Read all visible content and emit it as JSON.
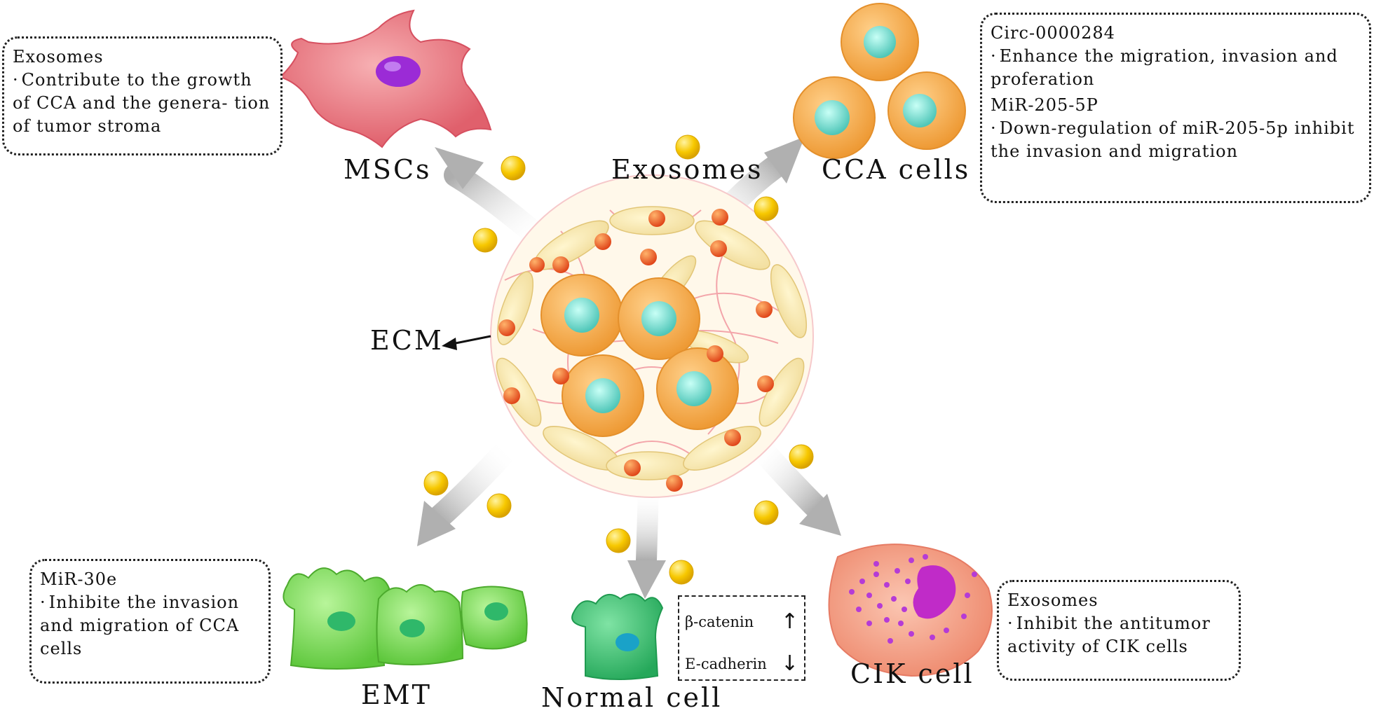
{
  "labels": {
    "mscs": "MSCs",
    "exosomes_center": "Exosomes",
    "cca_cells": "CCA cells",
    "ecm": "ECM",
    "emt": "EMT",
    "normal_cell": "Normal cell",
    "cik_cell": "CIK cell"
  },
  "boxes": {
    "mscs": {
      "heading": "Exosomes",
      "bullets": [
        "Contribute to the growth of CCA and the genera- tion of tumor stroma"
      ]
    },
    "cca": {
      "heading1": "Circ-0000284",
      "bullet1": "Enhance the migration, invasion and proferation",
      "heading2": "MiR-205-5P",
      "bullet2": "Down-regulation of miR-205-5p inhibit the invasion and migration"
    },
    "emt": {
      "heading": "MiR-30e",
      "bullet": "Inhibite the invasion and migration of CCA cells"
    },
    "cik": {
      "heading": "Exosomes",
      "bullet": "Inhibit the antitumor activity of CIK cells"
    }
  },
  "markers": {
    "beta_catenin": "β-catenin",
    "beta_catenin_arrow": "↑",
    "e_cadherin": "E-cadherin",
    "e_cadherin_arrow": "↓"
  },
  "colors": {
    "msc_cell": "#e8707a",
    "msc_nucleus": "#9b2bd6",
    "cca_cell": "#f5a94a",
    "cca_nucleus": "#7fdcd0",
    "exosome": "#f5c400",
    "emt_cell": "#7bd65a",
    "normal_cell": "#3fbf72",
    "cik_cell": "#f4a58a",
    "arrow": "#b8b8b8"
  }
}
